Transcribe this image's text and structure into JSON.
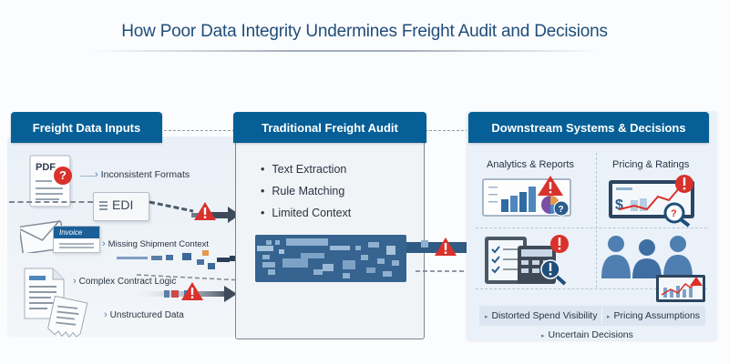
{
  "title": "How Poor Data Integrity Undermines Freight Audit and Decisions",
  "colors": {
    "header_blue": "#065f96",
    "warning_red": "#d9312b",
    "dark_slate": "#3e4a57",
    "data_block": "#36638f",
    "accent_orange": "#e39a4a"
  },
  "inputs": {
    "header": "Freight Data Inputs",
    "items": [
      {
        "icon": "pdf-document-icon",
        "doc_label": "PDF",
        "label": "Inconsistent Formats"
      },
      {
        "icon": "edi-document-icon",
        "doc_label": "EDI",
        "label": ""
      },
      {
        "icon": "email-invoice-icon",
        "doc_label": "Invoice",
        "label": "Missing Shipment Context"
      },
      {
        "icon": "contract-document-icon",
        "doc_label": "",
        "label": "Complex Contract Logic"
      },
      {
        "icon": "receipt-icon",
        "doc_label": "",
        "label": "Unstructured Data"
      }
    ]
  },
  "audit": {
    "header": "Traditional Freight Audit",
    "bullets": [
      "Text Extraction",
      "Rule Matching",
      "Limited Context"
    ]
  },
  "downstream": {
    "header": "Downstream Systems & Decisions",
    "sections": [
      {
        "title": "Analytics & Reports",
        "icon": "bar-chart-report-icon"
      },
      {
        "title": "Pricing & Ratings",
        "icon": "pricing-chart-icon"
      }
    ],
    "lower_icons": [
      "checklist-calculator-icon",
      "team-people-icon"
    ],
    "summary": [
      "Distorted Spend Visibility",
      "Pricing Assumptions",
      "Uncertain Decisions"
    ]
  },
  "glyphs": {
    "question": "?",
    "exclaim": "!",
    "dollar": "$",
    "chevron": "›",
    "bullet_small": "▸"
  }
}
